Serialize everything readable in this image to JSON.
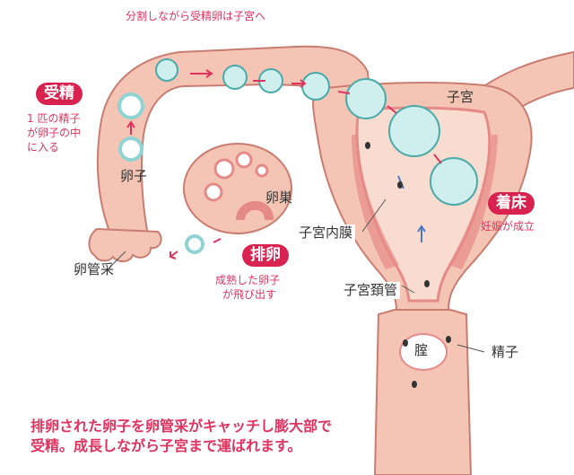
{
  "header": {
    "caption": "分割しながら受精卵は子宮へ"
  },
  "fertilization": {
    "badge": "受精",
    "desc": [
      "1 匹の精子",
      "が卵子の中",
      "に入る"
    ]
  },
  "labels": {
    "egg": "卵子",
    "ovary": "卵巣",
    "fimbria": "卵管采",
    "uterus": "子宮",
    "endometrium": "子宮内膜",
    "cervix": "子宮頚管",
    "vagina": "腟",
    "sperm": "精子"
  },
  "ovulation": {
    "badge": "排卵",
    "desc": [
      "成熟した卵子",
      "が飛び出す"
    ]
  },
  "implantation": {
    "badge": "着床",
    "desc": "妊娠が成立"
  },
  "footer": {
    "line1": "排卵された卵子を卵管采がキャッチし膨大部で",
    "line2": "受精。成長しながら子宮まで運ばれます。"
  },
  "colors": {
    "tissue": "#f4c5b4",
    "tissue_outline": "#c97c70",
    "inner": "#e68a88",
    "accent": "#e0325f",
    "cell": "#8fd3d3"
  }
}
